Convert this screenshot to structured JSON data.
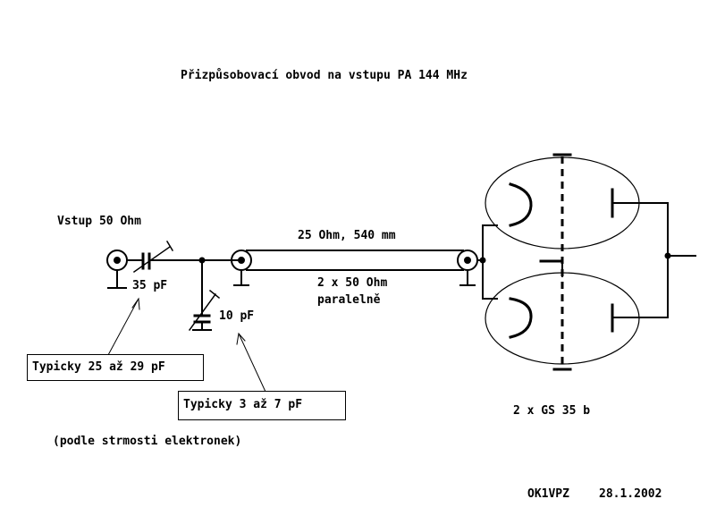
{
  "title": "Přizpůsobovací obvod na vstupu PA 144 MHz",
  "labels": {
    "input": "Vstup 50 Ohm",
    "line_top": "25 Ohm, 540 mm",
    "line_bottom_1": "2 x 50 Ohm",
    "line_bottom_2": "paralelně",
    "cap_series": "35 pF",
    "cap_shunt": "10 pF",
    "tubes": "2 x GS 35 b"
  },
  "notes": {
    "typical_series": "Typicky 25 až 29 pF",
    "typical_shunt": "Typicky 3 až 7 pF",
    "footnote": "(podle strmosti elektronek)"
  },
  "signature": {
    "author": "OK1VPZ",
    "date": "28.1.2002"
  },
  "colors": {
    "ink": "#000000",
    "background": "#ffffff"
  }
}
